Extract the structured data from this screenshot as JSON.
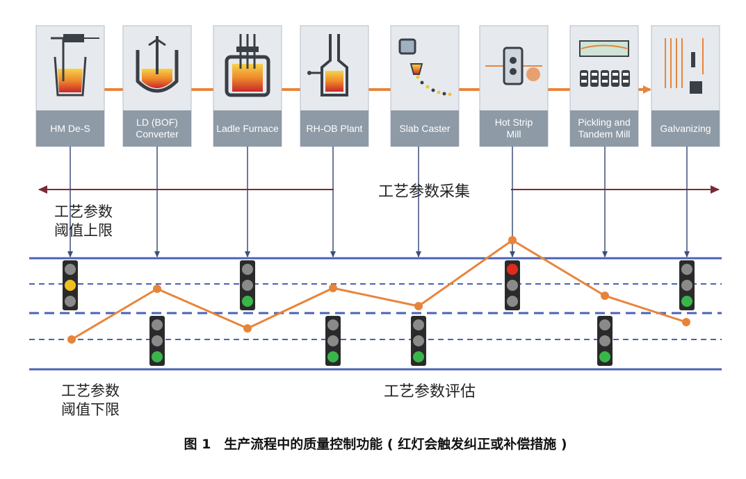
{
  "stations": [
    {
      "label": "HM De-S",
      "icon": "desulfurization-ladle-icon"
    },
    {
      "label": "LD (BOF) Converter",
      "icon": "bof-converter-icon"
    },
    {
      "label": "Ladle Furnace",
      "icon": "ladle-furnace-icon"
    },
    {
      "label": "RH-OB Plant",
      "icon": "rh-degasser-icon"
    },
    {
      "label": "Slab Caster",
      "icon": "slab-caster-icon"
    },
    {
      "label": "Hot Strip Mill",
      "icon": "hot-strip-mill-icon"
    },
    {
      "label": "Pickling and Tandem Mill",
      "icon": "pickling-tandem-mill-icon"
    },
    {
      "label": "Galvanizing",
      "icon": "galvanizing-line-icon"
    }
  ],
  "collection_label": "工艺参数采集",
  "upper_threshold_label": [
    "工艺参数",
    "阈值上限"
  ],
  "lower_threshold_label": [
    "工艺参数",
    "阈值下限"
  ],
  "evaluation_label": "工艺参数评估",
  "signals": [
    {
      "station": "HM De-S",
      "light": "yellow",
      "zone": "upper"
    },
    {
      "station": "LD (BOF) Converter",
      "light": "green",
      "zone": "lower"
    },
    {
      "station": "Ladle Furnace",
      "light": "green",
      "zone": "upper"
    },
    {
      "station": "RH-OB Plant",
      "light": "green",
      "zone": "lower"
    },
    {
      "station": "Slab Caster",
      "light": "green",
      "zone": "lower"
    },
    {
      "station": "Hot Strip Mill",
      "light": "red",
      "zone": "upper"
    },
    {
      "station": "Pickling and Tandem Mill",
      "light": "green",
      "zone": "lower"
    },
    {
      "station": "Galvanizing",
      "light": "green",
      "zone": "upper"
    }
  ],
  "caption": "图 1　生产流程中的质量控制功能 ( 红灯会触发纠正或补偿措施 )",
  "colors": {
    "process_line": "#e8843a",
    "panel_bg": "#e6eaee",
    "label_bar": "#8e9aa6",
    "threshold_line": "#4a62b8",
    "collection_arrow": "#7a2a35",
    "light_red": "#e02a1e",
    "light_yellow": "#f0c020",
    "light_green": "#39b54a",
    "light_off": "#8a8a8a"
  }
}
